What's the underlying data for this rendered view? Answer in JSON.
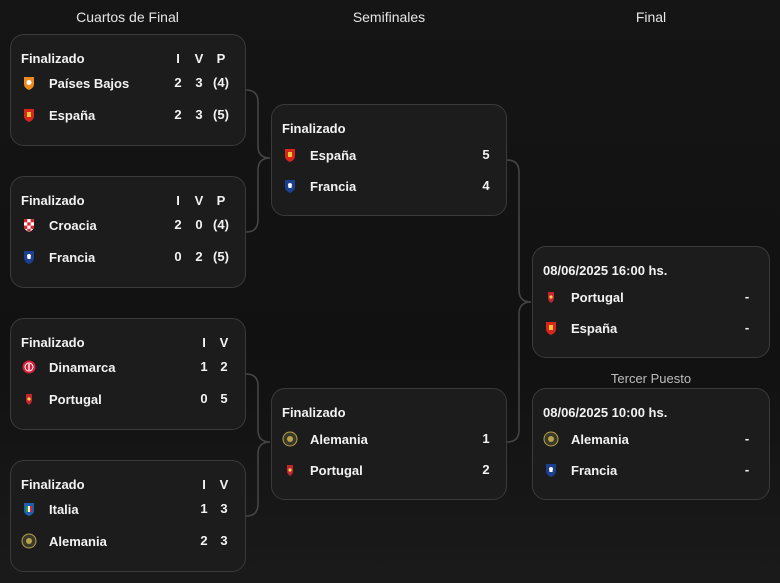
{
  "columns": {
    "quarterfinals": "Cuartos de Final",
    "semifinals": "Semifinales",
    "final": "Final"
  },
  "headers": {
    "i": "I",
    "v": "V",
    "p": "P"
  },
  "quarterfinals": [
    {
      "status": "Finalizado",
      "teams": [
        {
          "name": "Países Bajos",
          "i": "2",
          "v": "3",
          "p": "(4)"
        },
        {
          "name": "España",
          "i": "2",
          "v": "3",
          "p": "(5)"
        }
      ]
    },
    {
      "status": "Finalizado",
      "teams": [
        {
          "name": "Croacia",
          "i": "2",
          "v": "0",
          "p": "(4)"
        },
        {
          "name": "Francia",
          "i": "0",
          "v": "2",
          "p": "(5)"
        }
      ]
    },
    {
      "status": "Finalizado",
      "teams": [
        {
          "name": "Dinamarca",
          "i": "1",
          "v": "2"
        },
        {
          "name": "Portugal",
          "i": "0",
          "v": "5"
        }
      ]
    },
    {
      "status": "Finalizado",
      "teams": [
        {
          "name": "Italia",
          "i": "1",
          "v": "3"
        },
        {
          "name": "Alemania",
          "i": "2",
          "v": "3"
        }
      ]
    }
  ],
  "semifinals": [
    {
      "status": "Finalizado",
      "teams": [
        {
          "name": "España",
          "score": "5"
        },
        {
          "name": "Francia",
          "score": "4"
        }
      ]
    },
    {
      "status": "Finalizado",
      "teams": [
        {
          "name": "Alemania",
          "score": "1"
        },
        {
          "name": "Portugal",
          "score": "2"
        }
      ]
    }
  ],
  "final": {
    "date": "08/06/2025 16:00 hs.",
    "teams": [
      {
        "name": "Portugal",
        "score": "-"
      },
      {
        "name": "España",
        "score": "-"
      }
    ]
  },
  "third_place": {
    "label": "Tercer Puesto",
    "date": "08/06/2025 10:00 hs.",
    "teams": [
      {
        "name": "Alemania",
        "score": "-"
      },
      {
        "name": "Francia",
        "score": "-"
      }
    ]
  },
  "flag_icons": {
    "netherlands": "netherlands-flag-icon",
    "spain": "spain-flag-icon",
    "croatia": "croatia-flag-icon",
    "france": "france-flag-icon",
    "denmark": "denmark-flag-icon",
    "portugal": "portugal-flag-icon",
    "italy": "italy-flag-icon",
    "germany": "germany-flag-icon"
  }
}
